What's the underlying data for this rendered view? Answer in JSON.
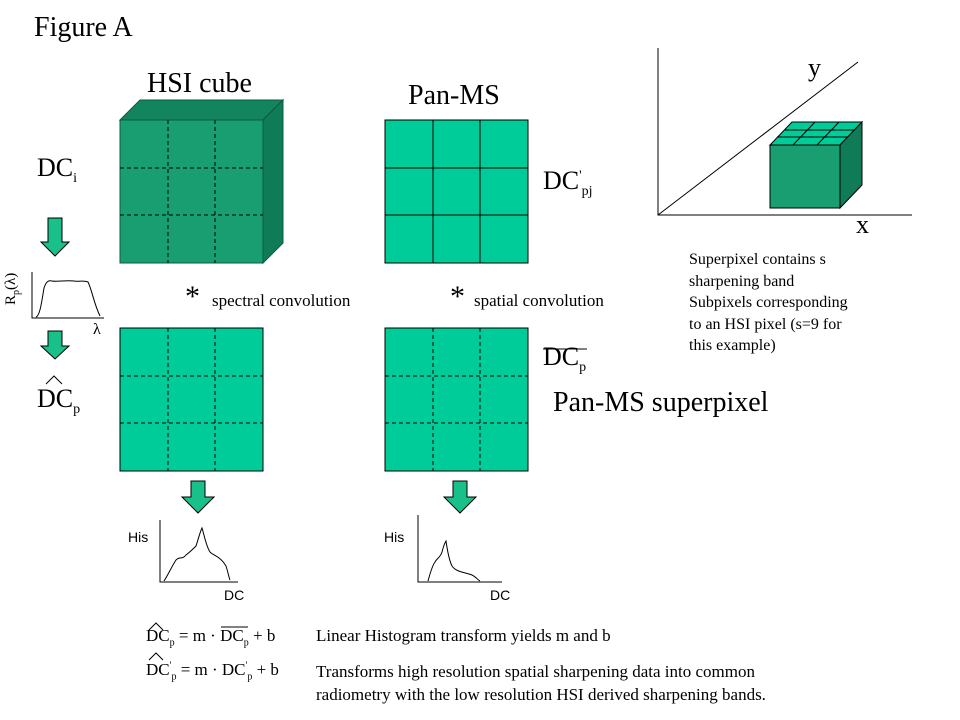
{
  "figure_title": "Figure A",
  "hsi_cube": {
    "title": "HSI cube"
  },
  "pan_ms": {
    "title": "Pan-MS",
    "label_main": "DC",
    "label_sup": "'",
    "label_sub": "pj"
  },
  "dc_i": {
    "main": "DC",
    "sub": "i"
  },
  "dc_p_hat": {
    "main": "DC",
    "sub": "p"
  },
  "dc_p_bar": {
    "main": "DC",
    "sub": "p"
  },
  "spectral_curve": {
    "ylabel_main": "R",
    "ylabel_sub": "p",
    "ylabel_tail": "(λ)",
    "xlabel": "λ"
  },
  "ops": {
    "star": "*",
    "spectral": "spectral convolution",
    "spatial": "spatial convolution"
  },
  "pan_ms_superpixel": {
    "title": "Pan-MS superpixel"
  },
  "axes_3d": {
    "x": "x",
    "y": "y"
  },
  "superpixel_note": [
    "Superpixel contains s",
    "sharpening band",
    "Subpixels corresponding",
    "to an HSI pixel (s=9 for",
    "this example)"
  ],
  "histograms": [
    {
      "ylabel": "His",
      "xlabel": "DC"
    },
    {
      "ylabel": "His",
      "xlabel": "DC"
    }
  ],
  "equations": {
    "eq1": {
      "lhs": "DC",
      "lhs_sub": "p",
      "mid": " = m · ",
      "rhs": "DC",
      "rhs_sub": "p",
      "tail": " + b"
    },
    "eq2": {
      "lhs": "DC",
      "lhs_sup": "'",
      "lhs_sub": "p",
      "mid": " = m · DC",
      "rhs_sup": "'",
      "rhs_sub": "p",
      "tail": " + b"
    }
  },
  "notes": {
    "linear": "Linear Histogram transform yields m and b",
    "transform_1": "Transforms high resolution spatial sharpening data into common",
    "transform_2": "radiometry with the low resolution HSI derived sharpening bands."
  },
  "colors": {
    "front": "#199E72",
    "top": "#12855E",
    "side": "#0F7B57",
    "light": "#00CC99",
    "arrow": "#1AC08A"
  }
}
